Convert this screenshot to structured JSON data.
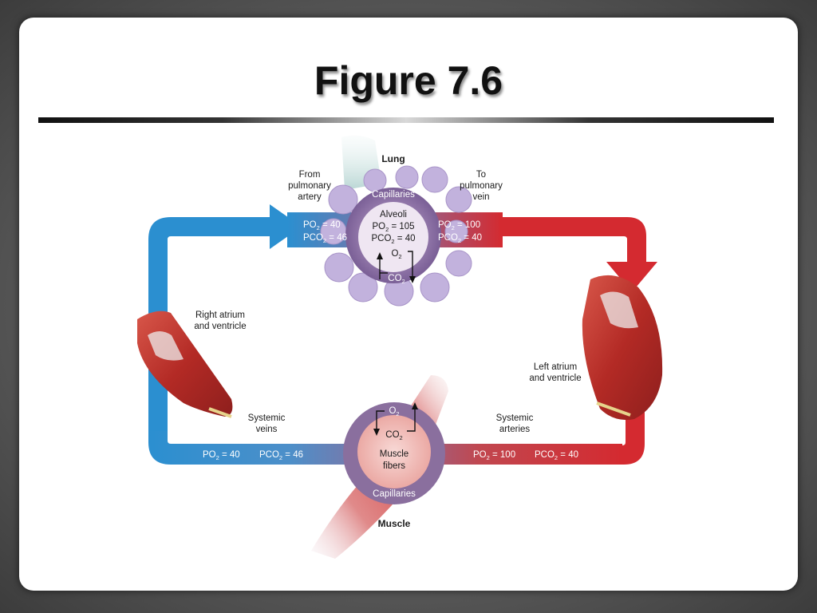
{
  "slide": {
    "title": "Figure 7.6"
  },
  "lung": {
    "title": "Lung",
    "capillaries": "Capillaries",
    "alveoli": "Alveoli",
    "alveoli_po2_pre": "PO",
    "alveoli_po2_sub": "2",
    "alveoli_po2_post": " = 105",
    "alveoli_pco2_pre": "PCO",
    "alveoli_pco2_sub": "2",
    "alveoli_pco2_post": " = 40",
    "o2_pre": "O",
    "o2_sub": "2",
    "co2_pre": "CO",
    "co2_sub": "2"
  },
  "pulmonary_artery": {
    "label_l1": "From",
    "label_l2": "pulmonary",
    "label_l3": "artery",
    "po2_pre": "PO",
    "po2_sub": "2",
    "po2_post": " = 40",
    "pco2_pre": "PCO",
    "pco2_sub": "2",
    "pco2_post": " = 46"
  },
  "pulmonary_vein": {
    "label_l1": "To",
    "label_l2": "pulmonary",
    "label_l3": "vein",
    "po2_pre": "PO",
    "po2_sub": "2",
    "po2_post": " = 100",
    "pco2_pre": "PCO",
    "pco2_sub": "2",
    "pco2_post": " = 40"
  },
  "right_heart": {
    "label_l1": "Right atrium",
    "label_l2": "and ventricle"
  },
  "left_heart": {
    "label_l1": "Left atrium",
    "label_l2": "and ventricle"
  },
  "systemic_veins": {
    "label_l1": "Systemic",
    "label_l2": "veins",
    "po2_pre": "PO",
    "po2_sub": "2",
    "po2_post": " = 40",
    "pco2_pre": "PCO",
    "pco2_sub": "2",
    "pco2_post": " = 46"
  },
  "systemic_arteries": {
    "label_l1": "Systemic",
    "label_l2": "arteries",
    "po2_pre": "PO",
    "po2_sub": "2",
    "po2_post": " = 100",
    "pco2_pre": "PCO",
    "pco2_sub": "2",
    "pco2_post": " = 40"
  },
  "muscle": {
    "title": "Muscle",
    "capillaries": "Capillaries",
    "fibers_l1": "Muscle",
    "fibers_l2": "fibers",
    "o2_pre": "O",
    "o2_sub": "2",
    "co2_pre": "CO",
    "co2_sub": "2"
  },
  "colors": {
    "venous_blue": "#2b8fd0",
    "arterial_red": "#d42a30",
    "capillary_purple": "#8a6f9e",
    "lung_lilac": "#b9a9d6",
    "heart_red": "#b8302c"
  }
}
